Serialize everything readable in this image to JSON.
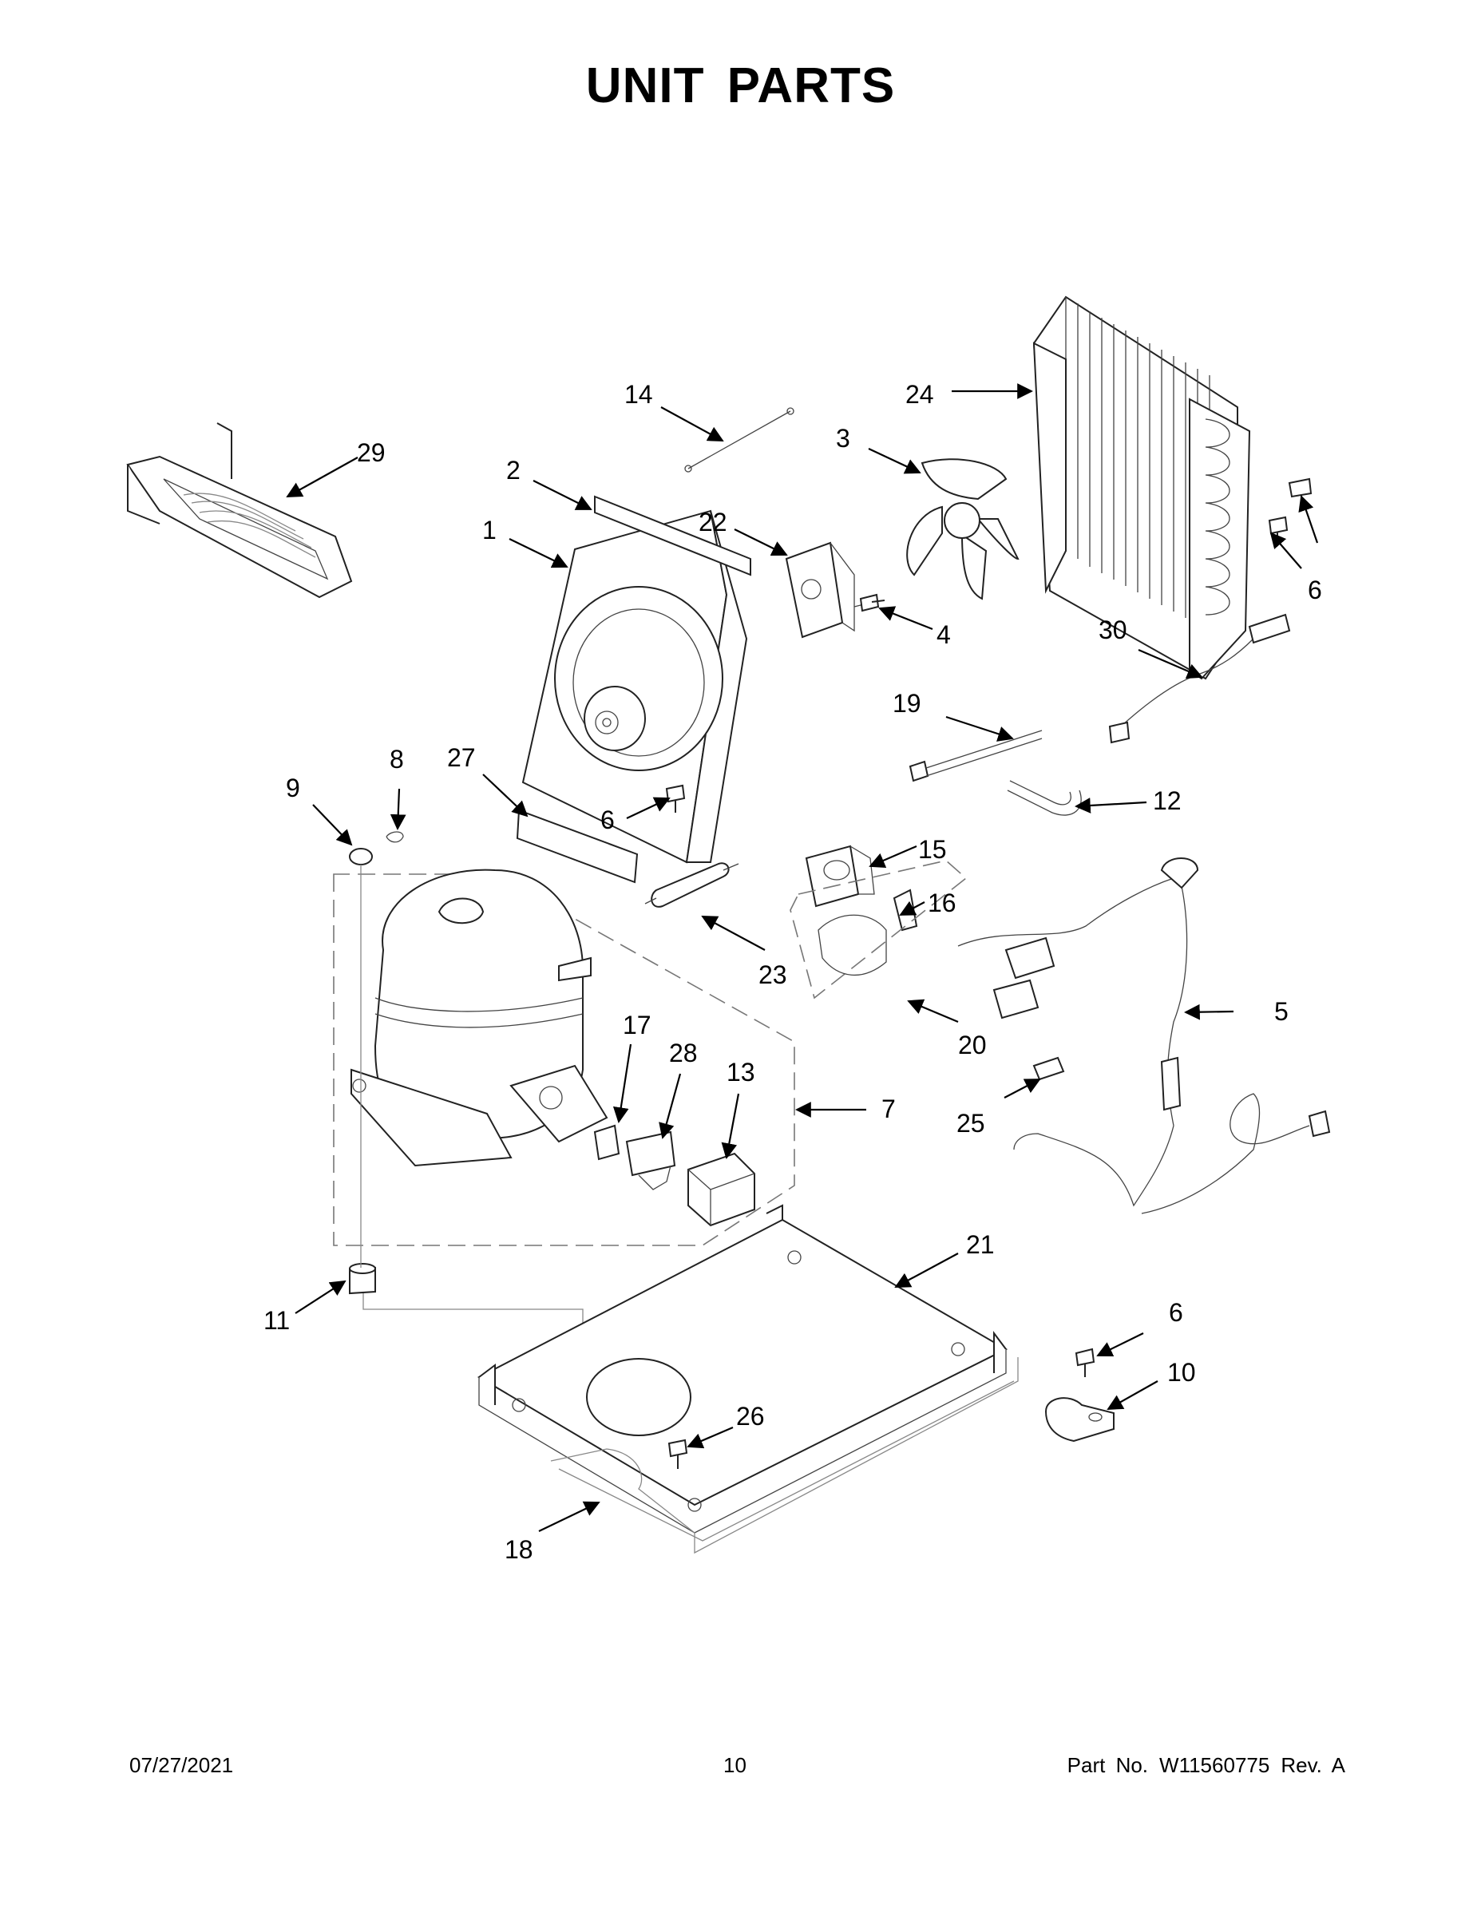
{
  "title": "UNIT  PARTS",
  "footer": {
    "date": "07/27/2021",
    "page": "10",
    "part_prefix": "Part No.",
    "part_number": "W11560775",
    "revision": "Rev.  A"
  },
  "callouts": [
    "1",
    "2",
    "3",
    "4",
    "5",
    "6",
    "7",
    "8",
    "9",
    "10",
    "11",
    "12",
    "13",
    "14",
    "15",
    "16",
    "17",
    "18",
    "19",
    "20",
    "21",
    "22",
    "23",
    "24",
    "25",
    "26",
    "27",
    "28",
    "29",
    "30"
  ]
}
